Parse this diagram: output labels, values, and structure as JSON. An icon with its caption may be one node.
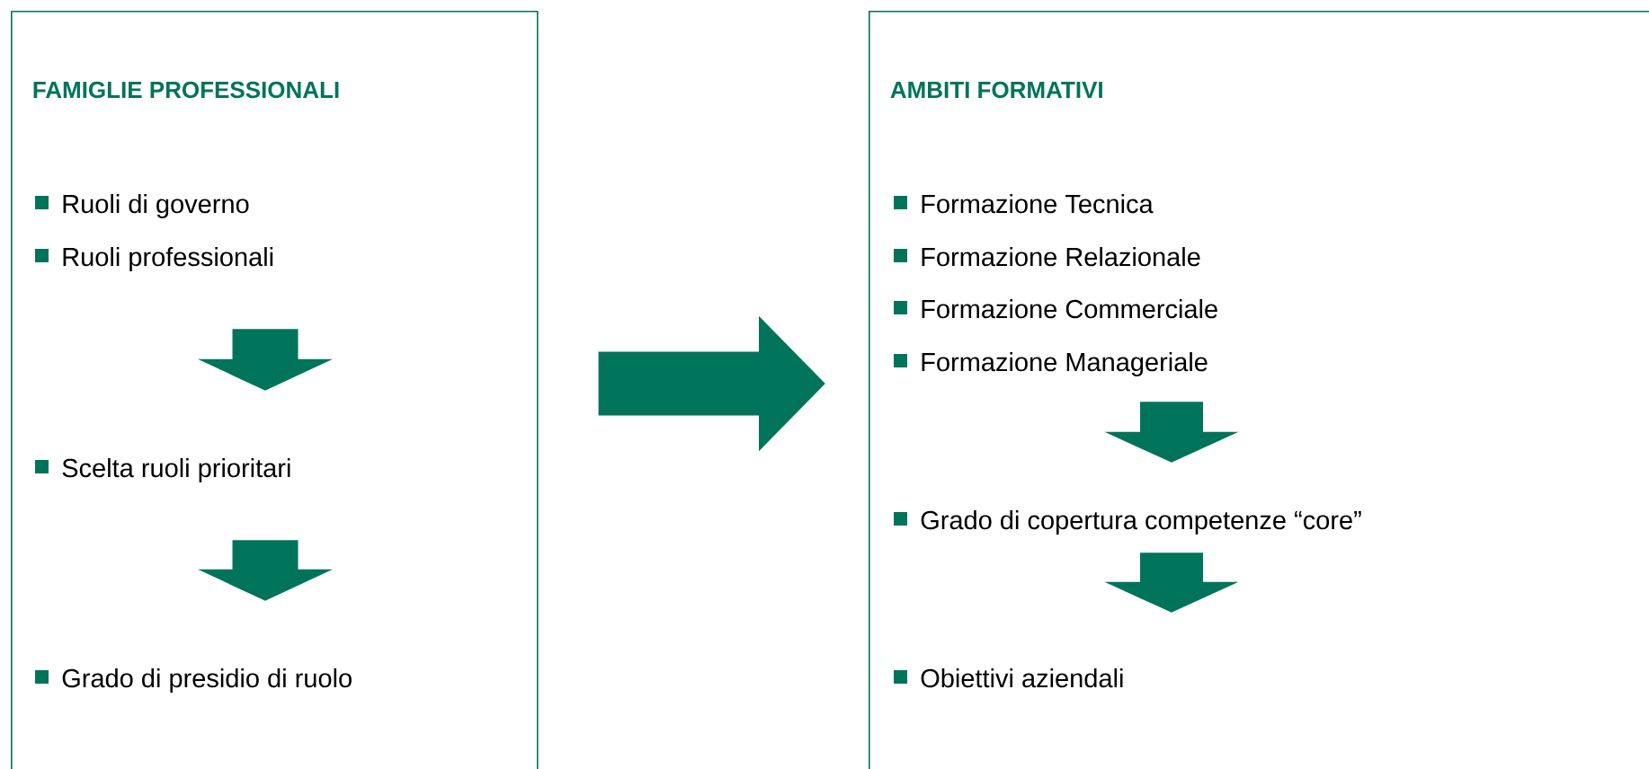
{
  "diagram": {
    "nodes": [
      {
        "text": [
          "FAMIGLIE PROFESSIONALI"
        ]
      },
      {
        "text": [
          "Ruoli di governo"
        ],
        "in": 0
      },
      {
        "text": [
          "Ruoli professionali"
        ],
        "in": 0
      },
      {
        "text": [
          "Scelta ruoli prioritari"
        ],
        "in": 0
      },
      {
        "text": [
          "Grado di presidio di ruolo"
        ],
        "in": 0
      },
      {
        "text": [
          "AMBITI FORMATIVI"
        ]
      },
      {
        "text": [
          "Formazione Tecnica"
        ],
        "in": 5
      },
      {
        "text": [
          "Formazione Relazionale"
        ],
        "in": 5
      },
      {
        "text": [
          "Formazione Commerciale"
        ],
        "in": 5
      },
      {
        "text": [
          "Formazione Manageriale"
        ],
        "in": 5
      },
      {
        "text": [
          "Grado di copertura competenze “core”"
        ],
        "in": 5
      },
      {
        "text": [
          "Obiettivi aziendali"
        ],
        "in": 5
      }
    ],
    "edges": [
      {
        "from": 0,
        "to": 5,
        "arrow": "to"
      },
      {
        "from": 2,
        "to": 3,
        "arrow": "to"
      },
      {
        "from": 3,
        "to": 4,
        "arrow": "to"
      },
      {
        "from": 9,
        "to": 10,
        "arrow": "to"
      },
      {
        "from": 10,
        "to": 11,
        "arrow": "to"
      }
    ]
  }
}
